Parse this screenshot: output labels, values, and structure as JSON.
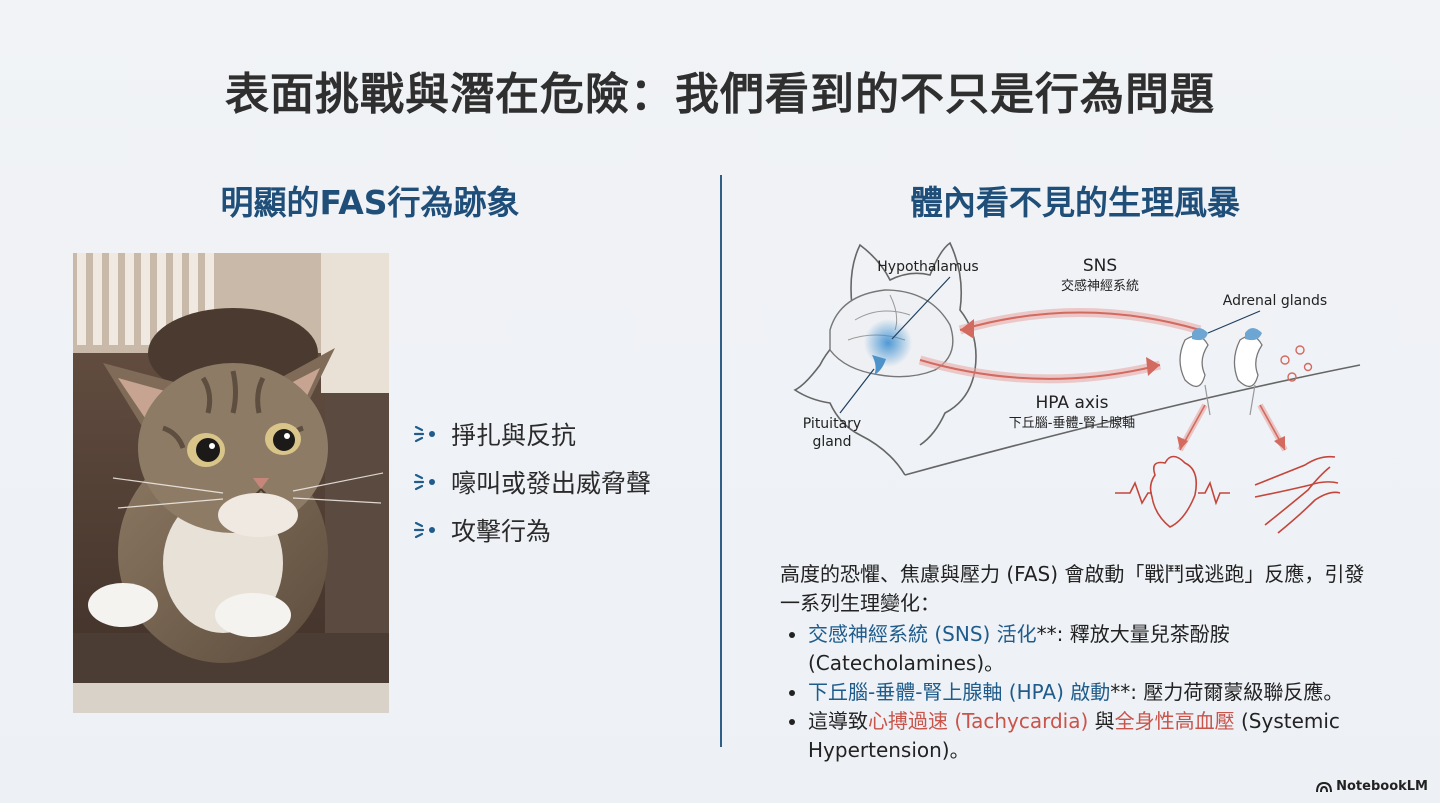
{
  "title": "表面挑戰與潛在危險：我們看到的不只是行為問題",
  "left": {
    "heading": "明顯的FAS行為跡象",
    "behaviors": [
      "掙扎與反抗",
      "嚎叫或發出威脅聲",
      "攻擊行為"
    ]
  },
  "right": {
    "heading": "體內看不見的生理風暴",
    "diagram": {
      "hypothalamus": "Hypothalamus",
      "sns": "SNS",
      "sns_zh": "交感神經系統",
      "adrenal": "Adrenal glands",
      "hpa": "HPA axis",
      "hpa_zh": "下丘腦-垂體-腎上腺軸",
      "pituitary_1": "Pituitary",
      "pituitary_2": "gland"
    },
    "intro": "高度的恐懼、焦慮與壓力 (FAS) 會啟動「戰鬥或逃跑」反應，引發一系列生理變化：",
    "bullets": [
      {
        "hl": "交感神經系統 (SNS) 活化",
        "rest": "**: 釋放大量兒茶酚胺 (Catecholamines)。"
      },
      {
        "hl": "下丘腦-垂體-腎上腺軸 (HPA) 啟動",
        "rest": "**: 壓力荷爾蒙級聯反應。"
      },
      {
        "pre": "這導致",
        "hl1": "心搏過速 (Tachycardia)",
        "mid": " 與",
        "hl2": "全身性高血壓",
        "post": " (Systemic Hypertension)。"
      }
    ]
  },
  "brand": "NotebookLM",
  "colors": {
    "heading": "#1f4e79",
    "accent_blue": "#1f5c8b",
    "accent_red": "#c9544a",
    "divider": "#2f5f86"
  }
}
